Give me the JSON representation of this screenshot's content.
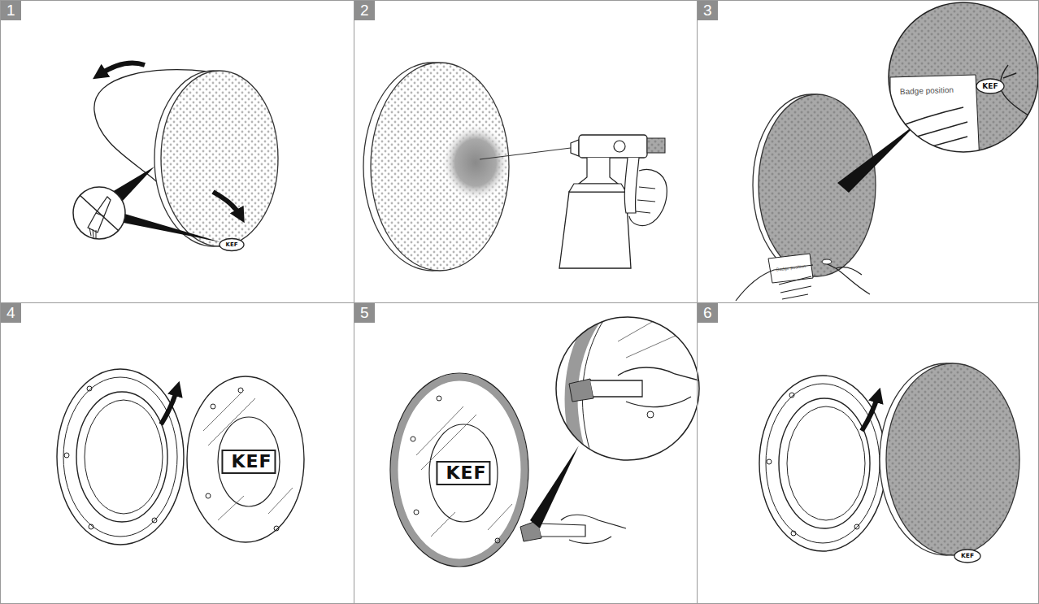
{
  "diagram": {
    "nodes": [
      {
        "text": [
          "1"
        ]
      },
      {
        "text": [
          "2"
        ]
      },
      {
        "text": [
          "3"
        ]
      },
      {
        "text": [
          "4"
        ]
      },
      {
        "text": [
          "5"
        ]
      },
      {
        "text": [
          "6"
        ]
      }
    ],
    "labels": [
      "KEF",
      "Badge position",
      "KEF",
      "Badge position",
      "KEF",
      "KEF",
      "KEF"
    ]
  }
}
